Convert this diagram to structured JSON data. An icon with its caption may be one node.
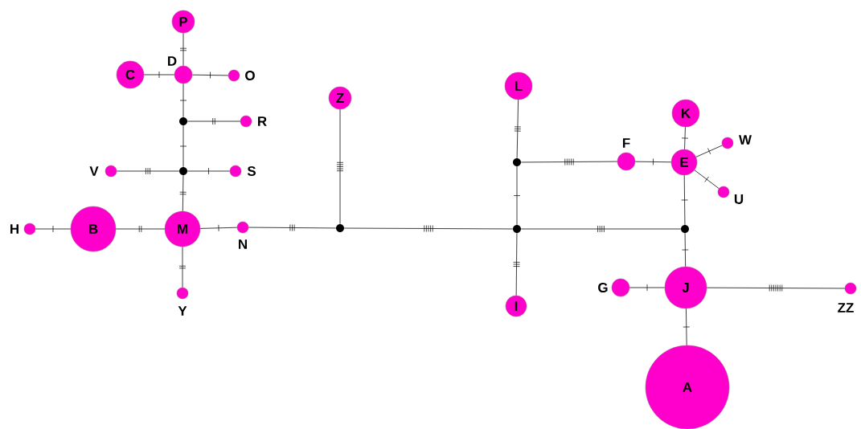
{
  "diagram": {
    "nodes": [
      {
        "text": [
          "P"
        ]
      },
      {
        "text": [
          "C"
        ]
      },
      {
        "text": [
          "D"
        ]
      },
      {
        "text": [
          "O"
        ]
      },
      {
        "text": [],
        "shape": "circle"
      },
      {
        "text": [
          "R"
        ]
      },
      {
        "text": [
          "V"
        ]
      },
      {
        "text": [],
        "shape": "circle"
      },
      {
        "text": [
          "S"
        ]
      },
      {
        "text": [
          "H"
        ]
      },
      {
        "text": [
          "B"
        ]
      },
      {
        "text": [
          "M"
        ]
      },
      {
        "text": [
          "N"
        ]
      },
      {
        "text": [
          "Y"
        ]
      },
      {
        "text": [
          "Z"
        ]
      },
      {
        "text": [],
        "shape": "circle"
      },
      {
        "text": [
          "L"
        ]
      },
      {
        "text": [],
        "shape": "circle"
      },
      {
        "text": [
          "F"
        ]
      },
      {
        "text": [
          "K"
        ]
      },
      {
        "text": [
          "E"
        ]
      },
      {
        "text": [
          "W"
        ]
      },
      {
        "text": [
          "U"
        ]
      },
      {
        "text": [],
        "shape": "circle"
      },
      {
        "text": [],
        "shape": "circle"
      },
      {
        "text": [
          "I"
        ]
      },
      {
        "text": [
          "G"
        ]
      },
      {
        "text": [
          "J"
        ]
      },
      {
        "text": [
          "ZZ"
        ]
      },
      {
        "text": [
          "A"
        ]
      }
    ],
    "edges": [
      {
        "from": 0,
        "to": 2,
        "arrow": "none"
      },
      {
        "from": 1,
        "to": 2,
        "arrow": "none"
      },
      {
        "from": 2,
        "to": 3,
        "arrow": "none"
      },
      {
        "from": 2,
        "to": 4,
        "arrow": "none"
      },
      {
        "from": 4,
        "to": 5,
        "arrow": "none"
      },
      {
        "from": 4,
        "to": 7,
        "arrow": "none"
      },
      {
        "from": 6,
        "to": 7,
        "arrow": "none"
      },
      {
        "from": 7,
        "to": 8,
        "arrow": "none"
      },
      {
        "from": 7,
        "to": 11,
        "arrow": "none"
      },
      {
        "from": 9,
        "to": 10,
        "arrow": "none"
      },
      {
        "from": 10,
        "to": 11,
        "arrow": "none"
      },
      {
        "from": 11,
        "to": 13,
        "arrow": "none"
      },
      {
        "from": 11,
        "to": 12,
        "arrow": "none"
      },
      {
        "from": 12,
        "to": 15,
        "arrow": "none"
      },
      {
        "from": 14,
        "to": 15,
        "arrow": "none"
      },
      {
        "from": 15,
        "to": 23,
        "arrow": "none"
      },
      {
        "from": 16,
        "to": 17,
        "arrow": "none"
      },
      {
        "from": 17,
        "to": 18,
        "arrow": "none"
      },
      {
        "from": 18,
        "to": 20,
        "arrow": "none"
      },
      {
        "from": 19,
        "to": 20,
        "arrow": "none"
      },
      {
        "from": 20,
        "to": 21,
        "arrow": "none"
      },
      {
        "from": 20,
        "to": 22,
        "arrow": "none"
      },
      {
        "from": 17,
        "to": 23,
        "arrow": "none"
      },
      {
        "from": 23,
        "to": 25,
        "arrow": "none"
      },
      {
        "from": 23,
        "to": 24,
        "arrow": "none"
      },
      {
        "from": 20,
        "to": 24,
        "arrow": "none"
      },
      {
        "from": 24,
        "to": 27,
        "arrow": "none"
      },
      {
        "from": 26,
        "to": 27,
        "arrow": "none"
      },
      {
        "from": 27,
        "to": 28,
        "arrow": "none"
      },
      {
        "from": 27,
        "to": 29,
        "arrow": "none"
      }
    ]
  }
}
